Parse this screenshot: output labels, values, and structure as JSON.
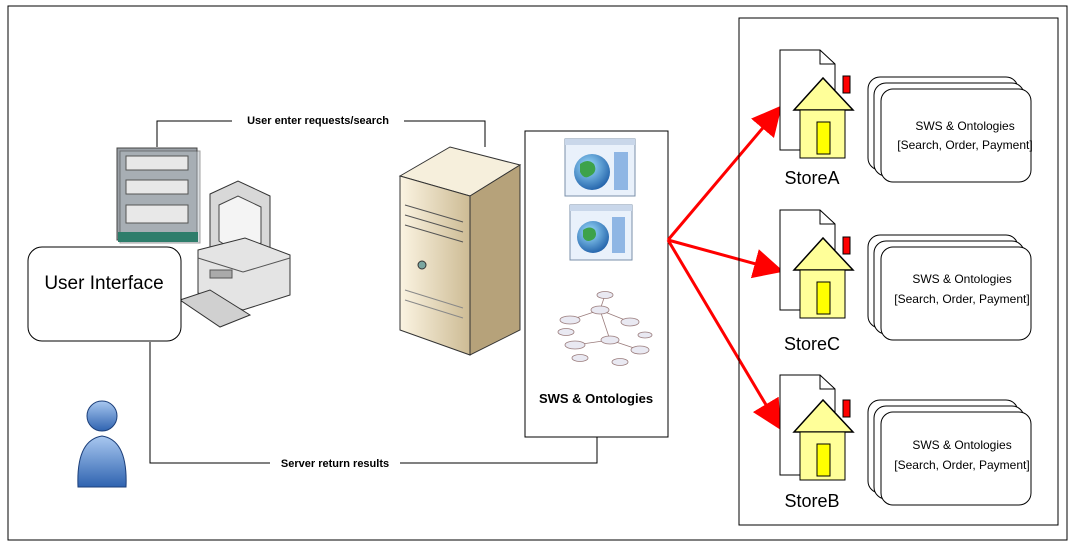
{
  "labels": {
    "user_interface": "User Interface",
    "request_arrow": "User enter requests/search",
    "return_arrow": "Server return results",
    "server_box_title": "SWS & Ontologies"
  },
  "stores": [
    {
      "name": "StoreA",
      "card_title": "SWS & Ontologies",
      "card_sub": "[Search, Order, Payment]"
    },
    {
      "name": "StoreC",
      "card_title": "SWS & Ontologies",
      "card_sub": "[Search, Order, Payment]"
    },
    {
      "name": "StoreB",
      "card_title": "SWS & Ontologies",
      "card_sub": "[Search, Order, Payment]"
    }
  ],
  "colors": {
    "arrow": "#ff0000",
    "house_wall": "#ffff99",
    "house_door": "#ffff00",
    "chimney": "#ff0000",
    "server_body": "#e8dcc0",
    "user_figure": "#5b8fd6",
    "monitor": "#d8d8d8"
  },
  "icons": [
    "desktop-computer-icon",
    "server-tower-icon",
    "globe-window-icon",
    "ontology-graph-icon",
    "user-person-icon",
    "house-icon",
    "document-icon"
  ]
}
